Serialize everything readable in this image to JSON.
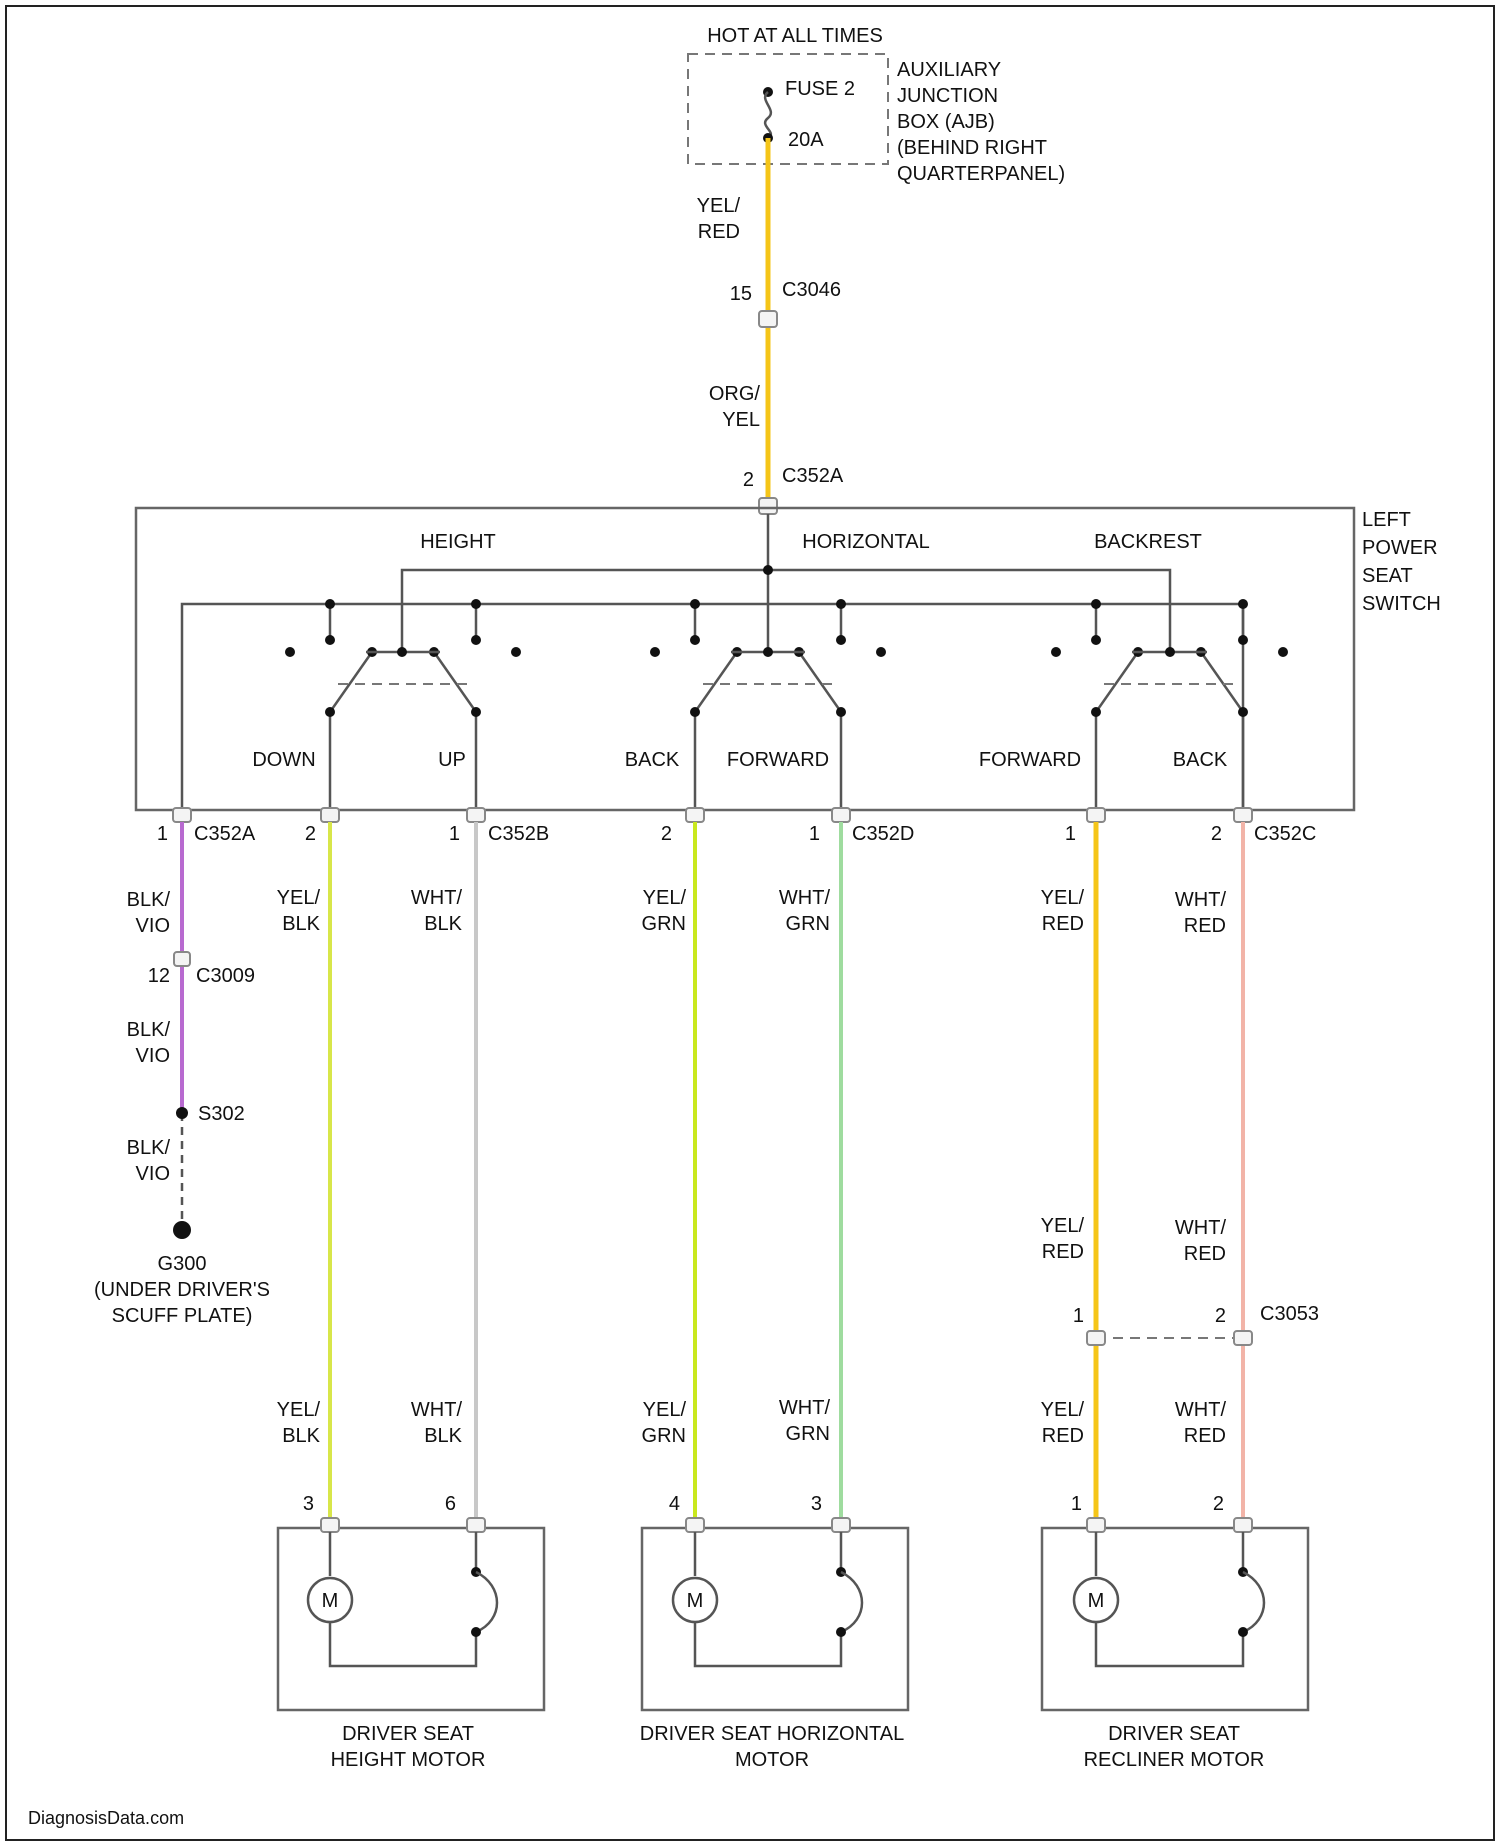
{
  "colors": {
    "yel_red": "#f5c518",
    "org_yel": "#f5c518",
    "yel_blk": "#d8e64a",
    "yel_grn": "#c9e81e",
    "wht_grn": "#9fdc9f",
    "wht_red": "#f2b4a8",
    "wht_blk": "#c8c8c8",
    "blk_vio": "#b86ad0"
  },
  "power": {
    "header": "HOT AT ALL TIMES",
    "fuse": "FUSE 2",
    "amps": "20A",
    "ajb_lines": [
      "AUXILIARY",
      "JUNCTION",
      "BOX (AJB)",
      "(BEHIND RIGHT",
      "QUARTERPANEL)"
    ]
  },
  "feed": {
    "wire1": [
      "YEL/",
      "RED"
    ],
    "c3046_pin": "15",
    "c3046": "C3046",
    "wire2": [
      "ORG/",
      "YEL"
    ],
    "c352a_pin": "2",
    "c352a": "C352A"
  },
  "switch": {
    "name": [
      "LEFT",
      "POWER",
      "SEAT",
      "SWITCH"
    ],
    "sections": [
      "HEIGHT",
      "HORIZONTAL",
      "BACKREST"
    ],
    "contacts": [
      "DOWN",
      "UP",
      "BACK",
      "FORWARD",
      "FORWARD",
      "BACK"
    ]
  },
  "pins": {
    "ground_pin": "1",
    "ground_conn": "C352A",
    "h1_pin": "2",
    "h2_pin": "1",
    "h2_conn": "C352B",
    "z1_pin": "2",
    "z2_pin": "1",
    "z2_conn": "C352D",
    "r1_pin": "1",
    "r2_pin": "2",
    "r2_conn": "C352C"
  },
  "wires": {
    "blk_vio": [
      "BLK/",
      "VIO"
    ],
    "yel_blk": [
      "YEL/",
      "BLK"
    ],
    "wht_blk": [
      "WHT/",
      "BLK"
    ],
    "yel_grn": [
      "YEL/",
      "GRN"
    ],
    "wht_grn": [
      "WHT/",
      "GRN"
    ],
    "yel_red": [
      "YEL/",
      "RED"
    ],
    "wht_red": [
      "WHT/",
      "RED"
    ]
  },
  "ground": {
    "c3009_pin": "12",
    "c3009": "C3009",
    "splice": "S302",
    "g_lines": [
      "G300",
      "(UNDER DRIVER'S",
      "SCUFF PLATE)"
    ]
  },
  "recliner_conn": {
    "pin1": "1",
    "pin2": "2",
    "name": "C3053"
  },
  "motors": [
    {
      "pin_a": "3",
      "pin_b": "6",
      "symbol": "M",
      "lines": [
        "DRIVER SEAT",
        "HEIGHT MOTOR"
      ]
    },
    {
      "pin_a": "4",
      "pin_b": "3",
      "symbol": "M",
      "lines": [
        "DRIVER SEAT HORIZONTAL",
        "MOTOR"
      ]
    },
    {
      "pin_a": "1",
      "pin_b": "2",
      "symbol": "M",
      "lines": [
        "DRIVER SEAT",
        "RECLINER MOTOR"
      ]
    }
  ],
  "watermark": "DiagnosisData.com"
}
